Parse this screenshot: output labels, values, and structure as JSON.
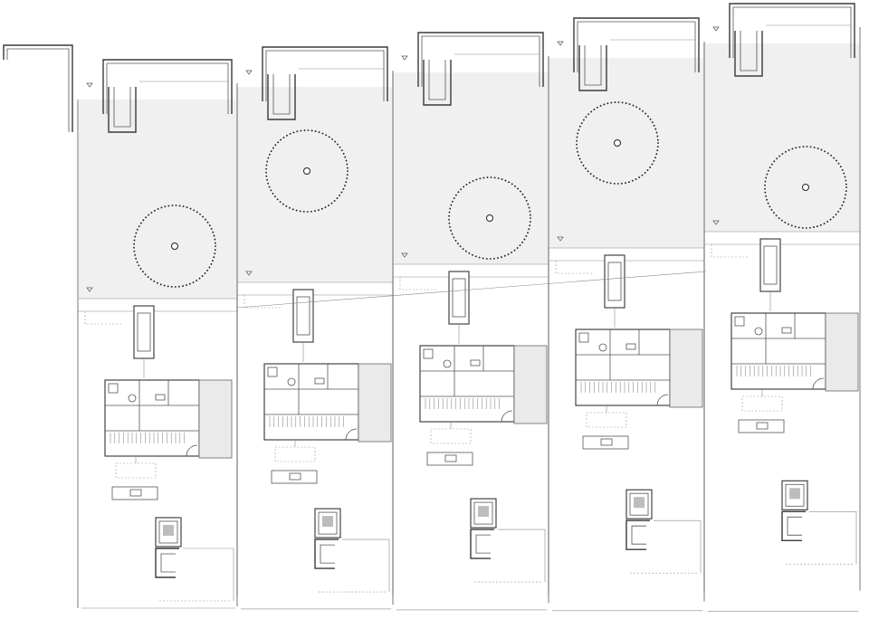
{
  "drawing": {
    "type": "site plan",
    "units_count": 5,
    "colors": {
      "line": "#3a3a3a",
      "yard_fill": "#f0f0f0",
      "court_fill": "#eaeaea",
      "chimney_fill": "#bdbdbd"
    },
    "units": [
      {
        "id": "unit-1",
        "tree": "tree-canopy-icon"
      },
      {
        "id": "unit-2",
        "tree": "tree-canopy-icon"
      },
      {
        "id": "unit-3",
        "tree": "tree-canopy-icon"
      },
      {
        "id": "unit-4",
        "tree": "tree-canopy-icon"
      },
      {
        "id": "unit-5",
        "tree": "tree-canopy-icon"
      }
    ]
  }
}
